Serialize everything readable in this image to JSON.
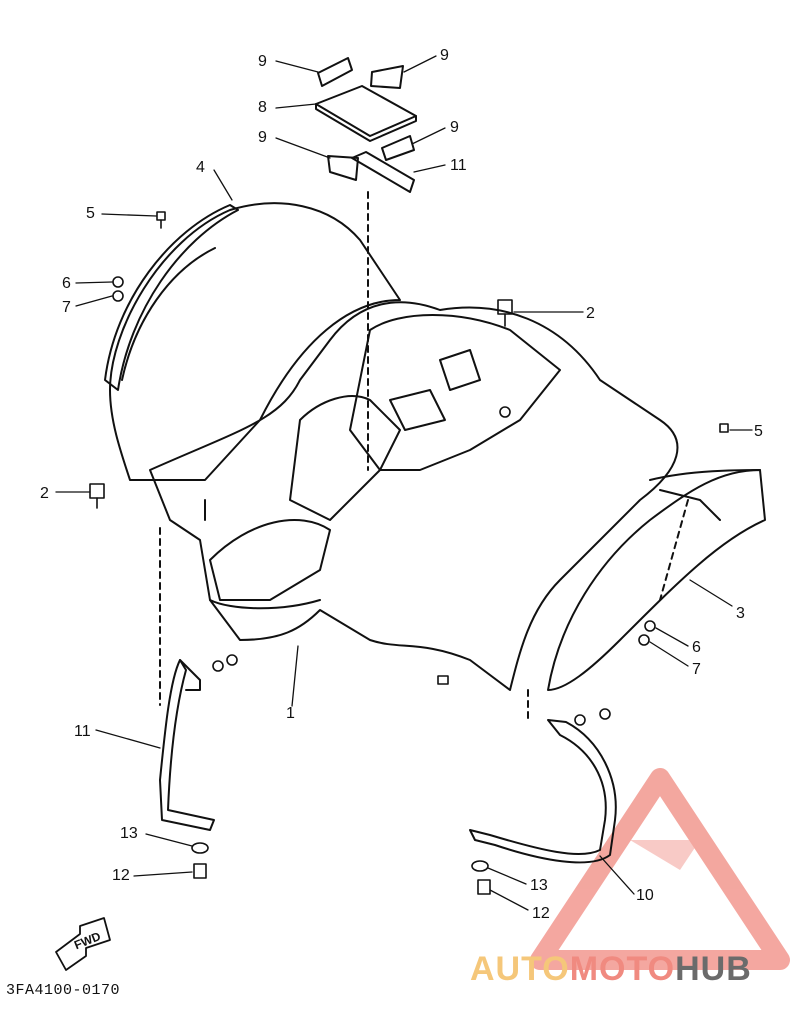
{
  "diagram": {
    "callouts": [
      {
        "id": "c9a",
        "text": "9"
      },
      {
        "id": "c9b",
        "text": "9"
      },
      {
        "id": "c8",
        "text": "8"
      },
      {
        "id": "c9c",
        "text": "9"
      },
      {
        "id": "c9d",
        "text": "9"
      },
      {
        "id": "c11a",
        "text": "11"
      },
      {
        "id": "c4",
        "text": "4"
      },
      {
        "id": "c5a",
        "text": "5"
      },
      {
        "id": "c6a",
        "text": "6"
      },
      {
        "id": "c7a",
        "text": "7"
      },
      {
        "id": "c2a",
        "text": "2"
      },
      {
        "id": "c2b",
        "text": "2"
      },
      {
        "id": "c5b",
        "text": "5"
      },
      {
        "id": "c3",
        "text": "3"
      },
      {
        "id": "c6b",
        "text": "6"
      },
      {
        "id": "c7b",
        "text": "7"
      },
      {
        "id": "c1",
        "text": "1"
      },
      {
        "id": "c11b",
        "text": "11"
      },
      {
        "id": "c13a",
        "text": "13"
      },
      {
        "id": "c12a",
        "text": "12"
      },
      {
        "id": "c10",
        "text": "10"
      },
      {
        "id": "c13b",
        "text": "13"
      },
      {
        "id": "c12b",
        "text": "12"
      }
    ],
    "fwd_label": "FWD",
    "drawing_code": "3FA4100-0170"
  },
  "watermark": {
    "part1": "AUTO",
    "part2": "MOTO",
    "part3": "HUB",
    "colors": {
      "auto": "#f5c77a",
      "moto": "#f08a80",
      "hub": "#6b6b6b",
      "triangle": "#f08a80"
    }
  }
}
